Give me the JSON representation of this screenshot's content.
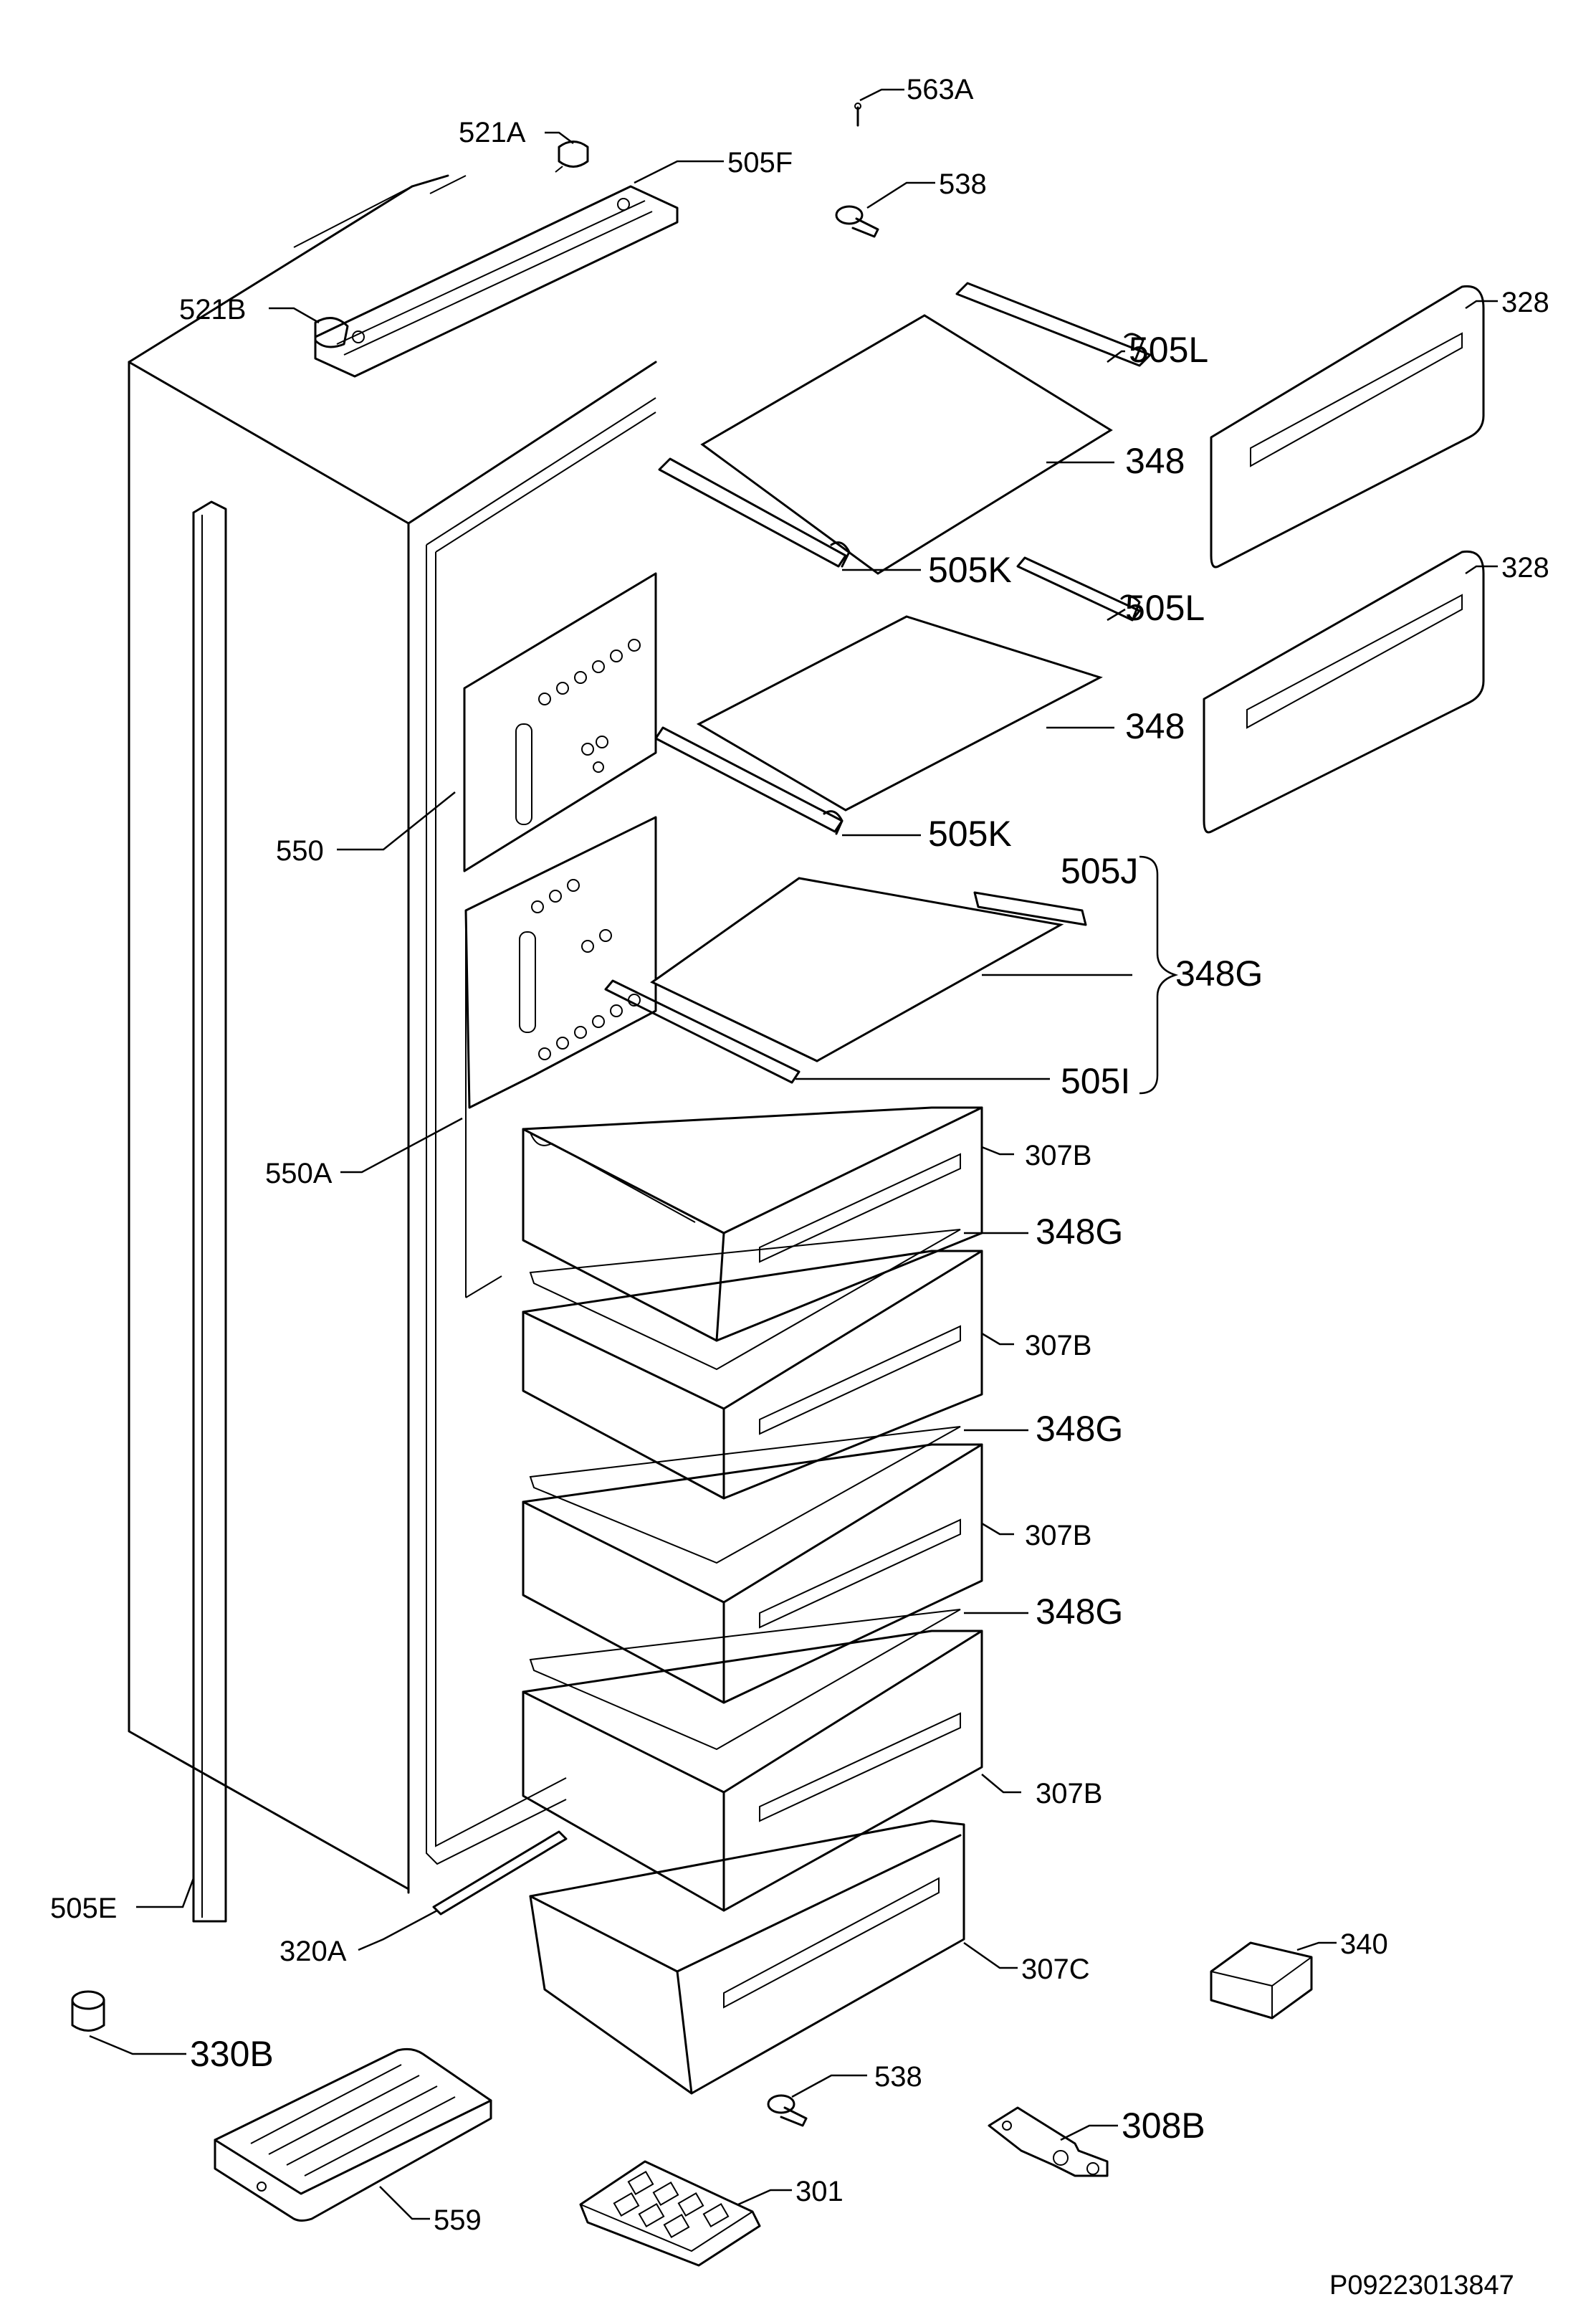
{
  "labels": {
    "l563A": "563A",
    "l521A": "521A",
    "l505F": "505F",
    "l538a": "538",
    "l521B": "521B",
    "l328a": "328",
    "l505La": "505L",
    "l348a": "348",
    "l505Ka": "505K",
    "l328b": "328",
    "l505Lb": "505L",
    "l348b": "348",
    "l550": "550",
    "l505Kb": "505K",
    "l505J": "505J",
    "l348Ga": "348G",
    "l505I": "505I",
    "l550A": "550A",
    "l307Ba": "307B",
    "l348Gb": "348G",
    "l307Bb": "307B",
    "l348Gc": "348G",
    "l307Bc": "307B",
    "l348Gd": "348G",
    "l307Bd": "307B",
    "l505E": "505E",
    "l320A": "320A",
    "l307C": "307C",
    "l340": "340",
    "l330B": "330B",
    "l538b": "538",
    "l308B": "308B",
    "l301": "301",
    "l559": "559"
  },
  "drawing_ref": "P09223013847"
}
